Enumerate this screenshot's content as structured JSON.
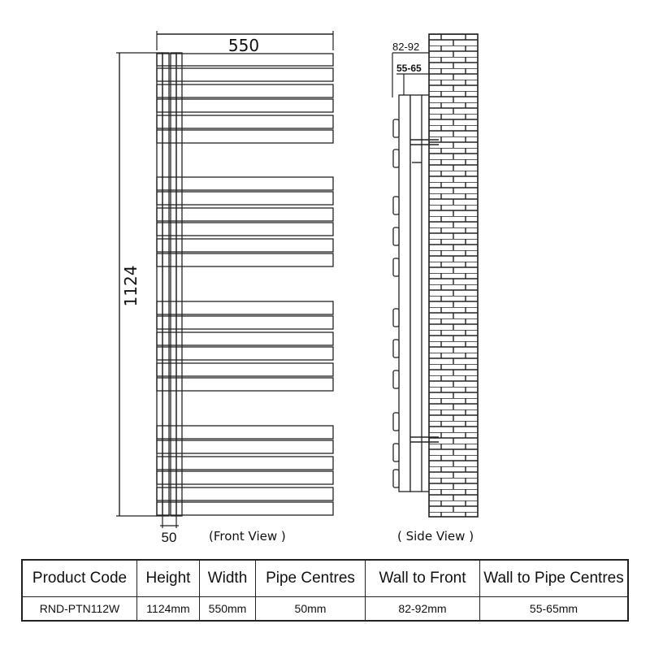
{
  "front_view": {
    "width_label": "550",
    "height_label": "1124",
    "pipe_label": "50",
    "caption": "(Front View )"
  },
  "side_view": {
    "wall_to_front_label": "82-92",
    "wall_to_pipe_label": "55-65",
    "caption": "( Side View )"
  },
  "table": {
    "headers": [
      "Product Code",
      "Height",
      "Width",
      "Pipe Centres",
      "Wall to Front",
      "Wall to Pipe Centres"
    ],
    "rows": [
      [
        "RND-PTN112W",
        "1124mm",
        "550mm",
        "50mm",
        "82-92mm",
        "55-65mm"
      ]
    ]
  },
  "colors": {
    "line": "#222222",
    "background": "#ffffff"
  }
}
